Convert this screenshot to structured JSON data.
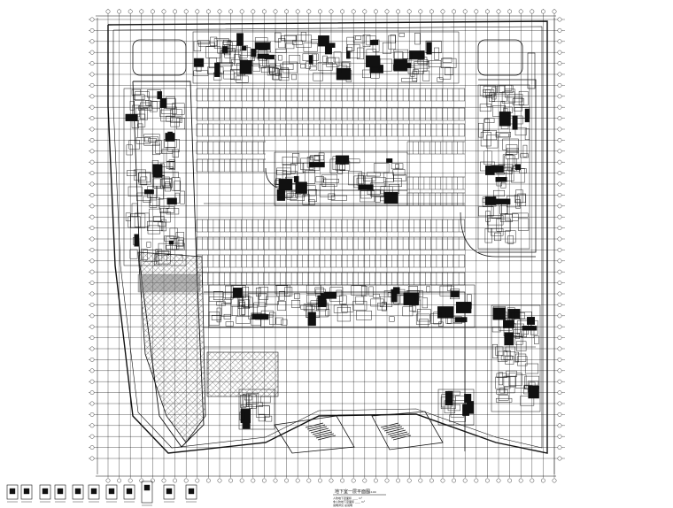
{
  "drawing": {
    "title": "地下室一层平面图",
    "scale": "1:100",
    "note_lines": [
      "人防地下室面积 ____ m²",
      "非人防地下室面积 ____ m²",
      "说明详见 总说明"
    ],
    "colors": {
      "line": "#111111",
      "background": "#ffffff"
    },
    "legend_symbols": [
      "column-detail-1",
      "column-detail-2",
      "column-detail-3",
      "column-detail-4",
      "column-detail-5",
      "column-detail-6",
      "column-detail-7",
      "column-detail-8",
      "column-detail-9",
      "column-detail-10",
      "column-detail-11"
    ]
  }
}
